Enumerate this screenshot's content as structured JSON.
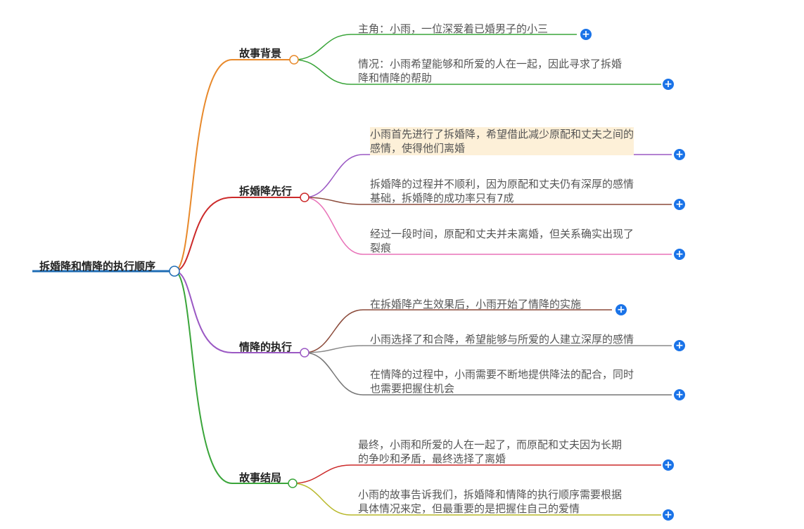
{
  "root": {
    "label": "拆婚降和情降的执行顺序"
  },
  "branches": [
    {
      "label": "故事背景",
      "color": "#e8892b",
      "leaves": [
        {
          "lines": [
            "主角：小雨，一位深爱着已婚男子的小三"
          ],
          "color": "#3aa53a"
        },
        {
          "lines": [
            "情况：小雨希望能够和所爱的人在一起，因此寻求了拆婚",
            "降和情降的帮助"
          ],
          "color": "#3aa53a"
        }
      ]
    },
    {
      "label": "拆婚降先行",
      "color": "#cc2a2a",
      "leaves": [
        {
          "lines": [
            "小雨首先进行了拆婚降，希望借此减少原配和丈夫之间的",
            "感情，使得他们离婚"
          ],
          "color": "#9b59c4",
          "highlight": true
        },
        {
          "lines": [
            "拆婚降的过程并不顺利，因为原配和丈夫仍有深厚的感情",
            "基础，拆婚降的成功率只有7成"
          ],
          "color": "#8b4a3a"
        },
        {
          "lines": [
            "经过一段时间，原配和丈夫并未离婚，但关系确实出现了",
            "裂痕"
          ],
          "color": "#e872b8"
        }
      ]
    },
    {
      "label": "情降的执行",
      "color": "#9b59c4",
      "leaves": [
        {
          "lines": [
            "在拆婚降产生效果后，小雨开始了情降的实施"
          ],
          "color": "#8b4a3a"
        },
        {
          "lines": [
            "小雨选择了和合降，希望能够与所爱的人建立深厚的感情"
          ],
          "color": "#888888"
        },
        {
          "lines": [
            "在情降的过程中，小雨需要不断地提供降法的配合，同时",
            "也需要把握住机会"
          ],
          "color": "#777777"
        }
      ]
    },
    {
      "label": "故事结局",
      "color": "#3aa53a",
      "leaves": [
        {
          "lines": [
            "最终，小雨和所爱的人在一起了，而原配和丈夫因为长期",
            "的争吵和矛盾，最终选择了离婚"
          ],
          "color": "#cc2a2a"
        },
        {
          "lines": [
            "小雨的故事告诉我们，拆婚降和情降的执行顺序需要根据",
            "具体情况来定，但最重要的是把握住自己的爱情"
          ],
          "color": "#b8b82a"
        }
      ]
    }
  ]
}
